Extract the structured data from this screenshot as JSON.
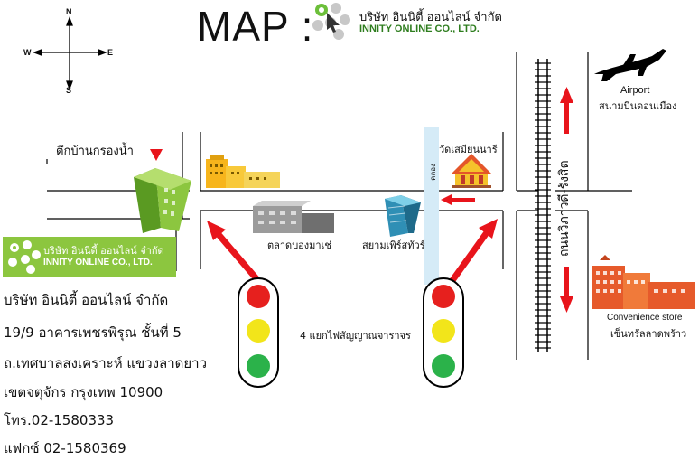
{
  "header": {
    "title": "MAP :",
    "company_th": "บริษัท อินนิตี้ ออนไลน์ จำกัด",
    "company_en": "INNITY ONLINE CO., LTD."
  },
  "compass": {
    "n": "N",
    "s": "S",
    "e": "E",
    "w": "W"
  },
  "landmarks": {
    "building_left": "ตึกบ้านกรองน้ำ",
    "temple": "วัดเสมียนนารี",
    "canal": "คลอง",
    "market": "ตลาดบองมาเช่",
    "siam_tower": "สยามเพิร์สทัวร์",
    "intersection": "4 แยกไฟสัญญาณจาราจร",
    "airport_en": "Airport",
    "airport_th": "สนามบินดอนเมือง",
    "road": "ถนนวิภาวดี-รังสิต",
    "store_en": "Convenience store",
    "store_th": "เซ็นทรัลลาดพร้าว"
  },
  "green_box": {
    "company_th": "บริษัท อินนิตี้ ออนไลน์ จำกัด",
    "company_en": "INNITY ONLINE CO., LTD."
  },
  "address": {
    "line1": "บริษัท อินนิตี้ ออนไลน์ จำกัด",
    "line2": "19/9 อาคารเพชรพิรุณ ชั้นที่ 5",
    "line3": "ถ.เทศบาลสงเคราะห์ แขวงลาดยาว",
    "line4": "เขตจตุจักร กรุงเทพ 10900",
    "phone": "โทร.02-1580333",
    "fax": "แฟกซ์ 02-1580369"
  },
  "colors": {
    "arrow_red": "#e8141b",
    "logo_green": "#8cc63f",
    "canal_blue": "#cfe8f5",
    "light_red": "#e6201e",
    "light_yellow": "#f2e51a",
    "light_green": "#2bb24a"
  }
}
